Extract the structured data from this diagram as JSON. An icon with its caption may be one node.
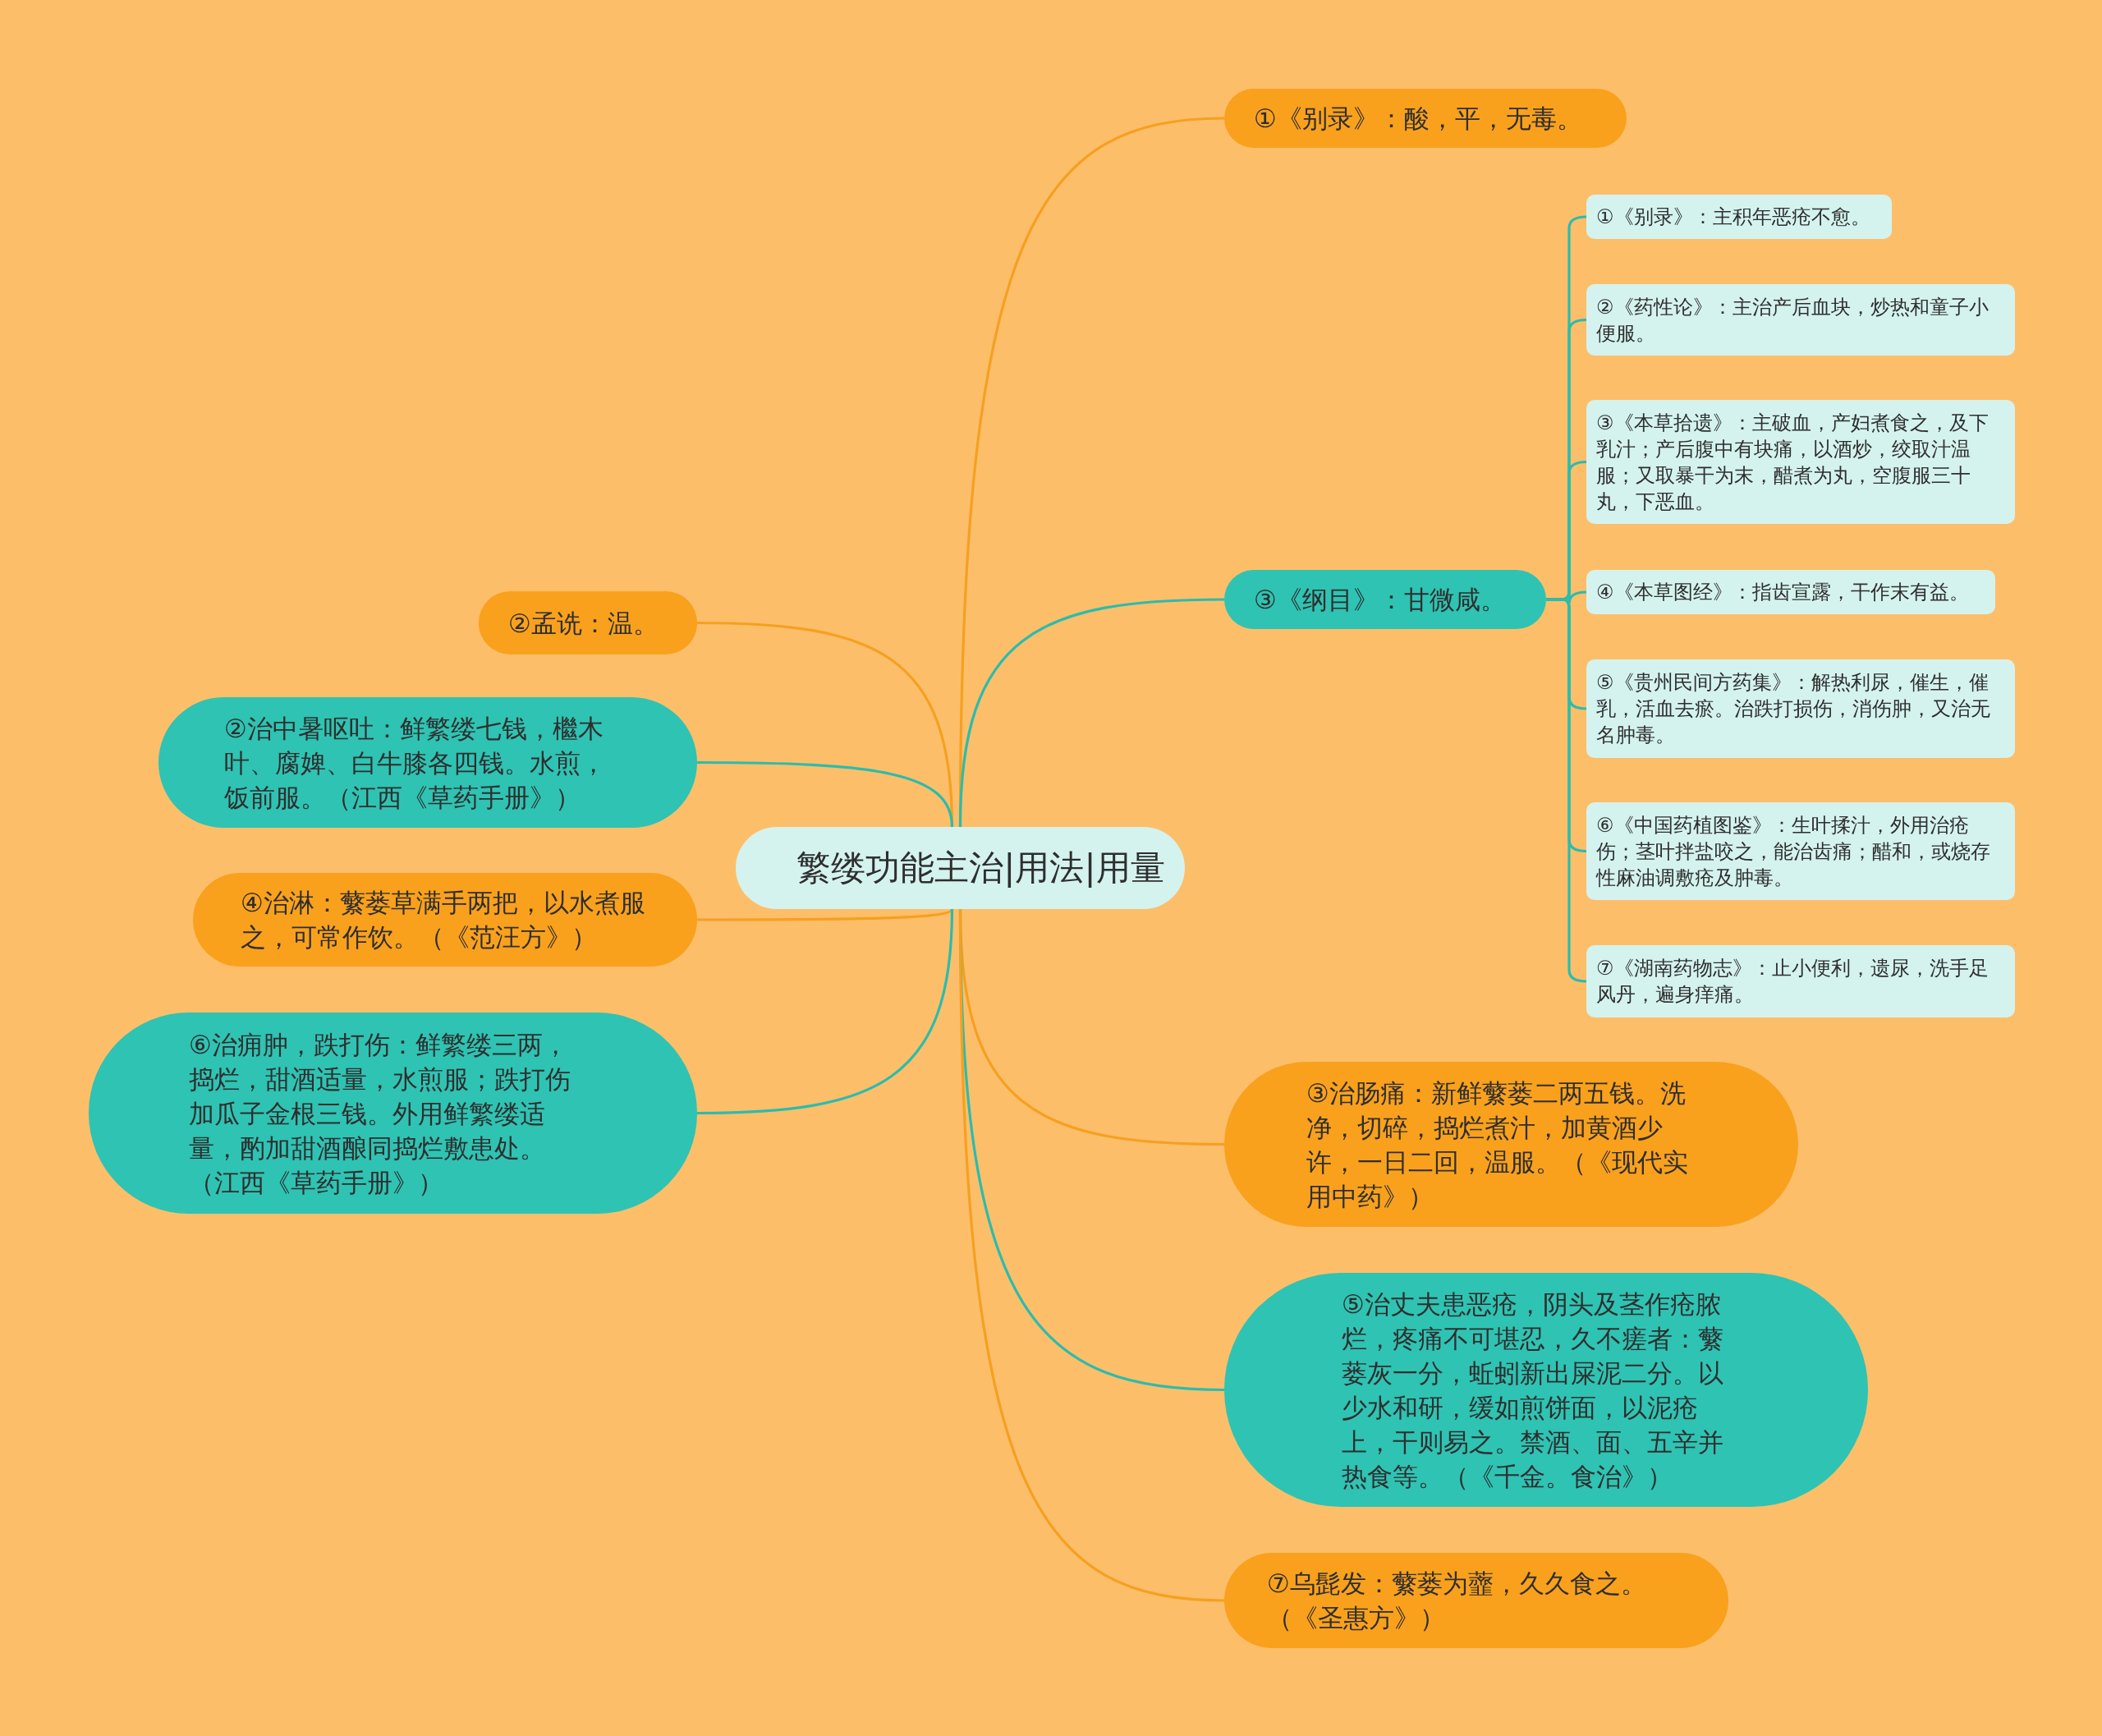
{
  "diagram": {
    "nodes": [
      {
        "text": [
          "繁缕功能主治|用法|用量"
        ]
      },
      {
        "text": [
          "①《别录》：酸，平，无毒。"
        ]
      },
      {
        "text": [
          "③《纲目》：甘微咸。"
        ]
      },
      {
        "text": [
          "①《别录》：主积年恶疮不愈。"
        ]
      },
      {
        "text": [
          "②《药性论》：主治产后血块，炒热和童子小便服。"
        ]
      },
      {
        "text": [
          "③《本草拾遗》：主破血，产妇煮食之，及下乳汁；产后腹中有块痛，以酒炒，绞取汁温服；又取暴干为末，醋煮为丸，空腹服三十丸，下恶血。"
        ]
      },
      {
        "text": [
          "④《本草图经》：指齿宣露，干作末有益。"
        ]
      },
      {
        "text": [
          "⑤《贵州民间方药集》：解热利尿，催生，催乳，活血去瘀。治跌打损伤，消伤肿，又治无名肿毒。"
        ]
      },
      {
        "text": [
          "⑥《中国药植图鉴》：生叶揉汁，外用治疮伤；茎叶拌盐咬之，能治齿痛；醋和，或烧存性麻油调敷疮及肿毒。"
        ]
      },
      {
        "text": [
          "⑦《湖南药物志》：止小便利，遗尿，洗手足风丹，遍身痒痛。"
        ]
      },
      {
        "text": [
          "③治肠痛：新鲜蘩蒌二两五钱。洗净，切碎，捣烂煮汁，加黄酒少许，一日二回，温服。（《现代实用中药》）"
        ]
      },
      {
        "text": [
          "⑤治丈夫患恶疮，阴头及茎作疮脓烂，疼痛不可堪忍，久不瘥者：蘩蒌灰一分，蚯蚓新出屎泥二分。以少水和研，缓如煎饼面，以泥疮上，干则易之。禁酒、面、五辛并热食等。（《千金。食治》）"
        ]
      },
      {
        "text": [
          "⑦乌髭发：蘩蒌为虀，久久食之。（《圣惠方》）"
        ]
      },
      {
        "text": [
          "②孟诜：温。"
        ]
      },
      {
        "text": [
          "②治中暑呕吐：鲜繁缕七钱，檵木叶、腐婢、白牛膝各四钱。水煎，饭前服。（江西《草药手册》）"
        ]
      },
      {
        "text": [
          "④治淋：蘩蒌草满手两把，以水煮服之，可常作饮。（《范汪方》）"
        ]
      },
      {
        "text": [
          "⑥治痈肿，跌打伤：鲜繁缕三两，捣烂，甜酒适量，水煎服；跌打伤加瓜子金根三钱。外用鲜繁缕适量，酌加甜酒酿同捣烂敷患处。（江西《草药手册》）"
        ]
      }
    ],
    "edges": [
      {
        "from": 0,
        "to": 1,
        "arrow": "none",
        "color": "#f5a01f"
      },
      {
        "from": 0,
        "to": 2,
        "arrow": "none"
      },
      {
        "from": 2,
        "to": 3,
        "arrow": "none"
      },
      {
        "from": 2,
        "to": 4,
        "arrow": "none"
      },
      {
        "from": 2,
        "to": 5,
        "arrow": "none"
      },
      {
        "from": 2,
        "to": 6,
        "arrow": "none"
      },
      {
        "from": 2,
        "to": 7,
        "arrow": "none"
      },
      {
        "from": 2,
        "to": 8,
        "arrow": "none"
      },
      {
        "from": 2,
        "to": 9,
        "arrow": "none"
      },
      {
        "from": 0,
        "to": 10,
        "arrow": "none",
        "color": "#f5a01f"
      },
      {
        "from": 0,
        "to": 11,
        "arrow": "none"
      },
      {
        "from": 0,
        "to": 12,
        "arrow": "none",
        "color": "#f5a01f"
      },
      {
        "from": 0,
        "to": 13,
        "arrow": "none",
        "color": "#f5a01f"
      },
      {
        "from": 0,
        "to": 14,
        "arrow": "none"
      },
      {
        "from": 0,
        "to": 15,
        "arrow": "none",
        "color": "#f5a01f"
      },
      {
        "from": 0,
        "to": 16,
        "arrow": "none"
      }
    ]
  }
}
